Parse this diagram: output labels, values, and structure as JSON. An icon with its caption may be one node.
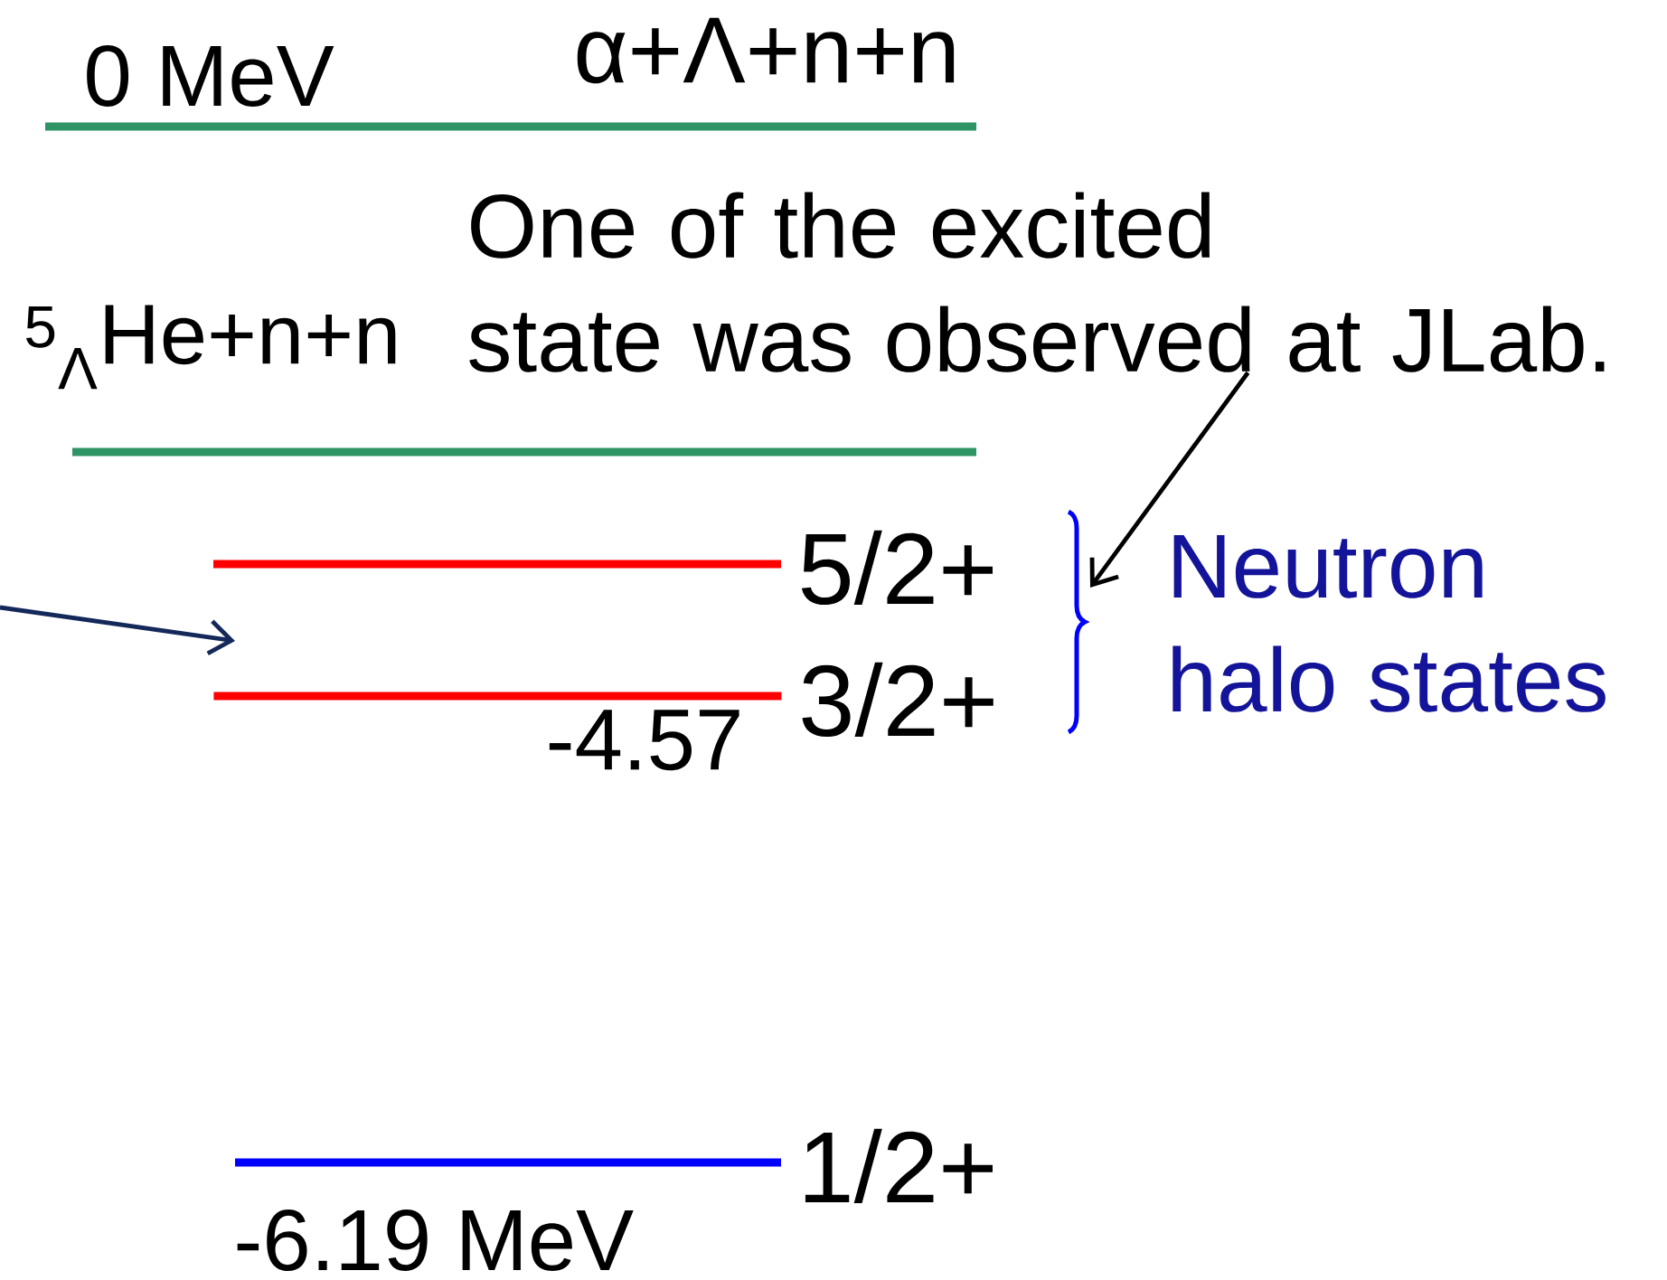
{
  "diagram": {
    "nodes": [
      {
        "text": [
          "One of the excited state was observed at JLab."
        ]
      },
      {
        "text": [
          "Neutron halo states"
        ]
      },
      {
        "text": [],
        "shape": "bar",
        "beside": [
          "3/2+",
          "-4.57"
        ]
      }
    ],
    "edges": [
      {
        "from": 0,
        "to": 1,
        "arrow": "to"
      },
      {
        "from": null,
        "to": 2,
        "arrow": "to",
        "color": "#14285a"
      }
    ],
    "labels": [
      "0 MeV",
      "α+Λ+n+n",
      "$^{5}$$_{Λ}$He+n+n",
      "5/2+",
      "1/2+",
      "-6.19 MeV"
    ]
  }
}
